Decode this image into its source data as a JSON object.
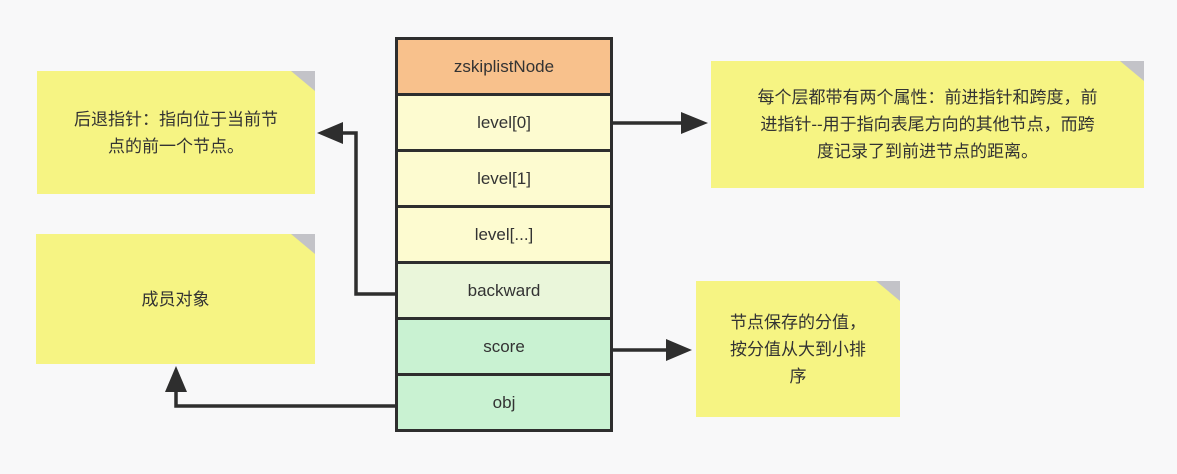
{
  "node": {
    "name": "zskiplistNode",
    "fields": [
      {
        "label": "zskiplistNode"
      },
      {
        "label": "level[0]"
      },
      {
        "label": "level[1]"
      },
      {
        "label": "level[...]"
      },
      {
        "label": "backward"
      },
      {
        "label": "score"
      },
      {
        "label": "obj"
      }
    ]
  },
  "notes": {
    "backward_note": "后退指针：指向位于当前节\n点的前一个节点。",
    "member_note": "成员对象",
    "level_note": "每个层都带有两个属性：前进指针和跨度，前\n进指针--用于指向表尾方向的其他节点，而跨\n度记录了到前进节点的距离。",
    "score_note": "节点保存的分值，\n按分值从大到小排\n序"
  },
  "colors": {
    "background": "#f8f8f9",
    "header_fill": "#f8c18c",
    "level_fill": "#fdfbd0",
    "backward_fill": "#eaf6da",
    "value_fill": "#c9f2d2",
    "note_fill": "#f6f483",
    "fold_gray": "#c3c3c8",
    "line_stroke": "#2e2e2e",
    "text": "#333333"
  }
}
